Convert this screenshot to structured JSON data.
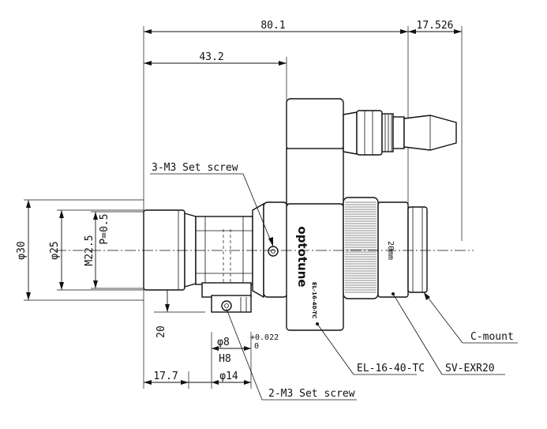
{
  "dimensions": {
    "total_length": "80.1",
    "cmount_offset": "17.526",
    "to_lens_center": "43.2",
    "dia_30": "φ30",
    "dia_25": "φ25",
    "thread": "M22.5",
    "pitch": "P=0.5",
    "height_20": "20",
    "dia_8": "φ8",
    "fit_h8": "H8",
    "tol_upper": "+0.022",
    "tol_lower": "0",
    "dia_14": "φ14",
    "offset_17_7": "17.7"
  },
  "labels": {
    "set_screw_3": "3-M3 Set screw",
    "set_screw_2": "2-M3 Set screw",
    "c_mount": "C-mount",
    "el_lens": "EL-16-40-TC",
    "sv_lens": "SV-EXR20",
    "lens_focal": "20mm",
    "brand": "optotune",
    "model_marking": "EL-16-40-TC"
  }
}
